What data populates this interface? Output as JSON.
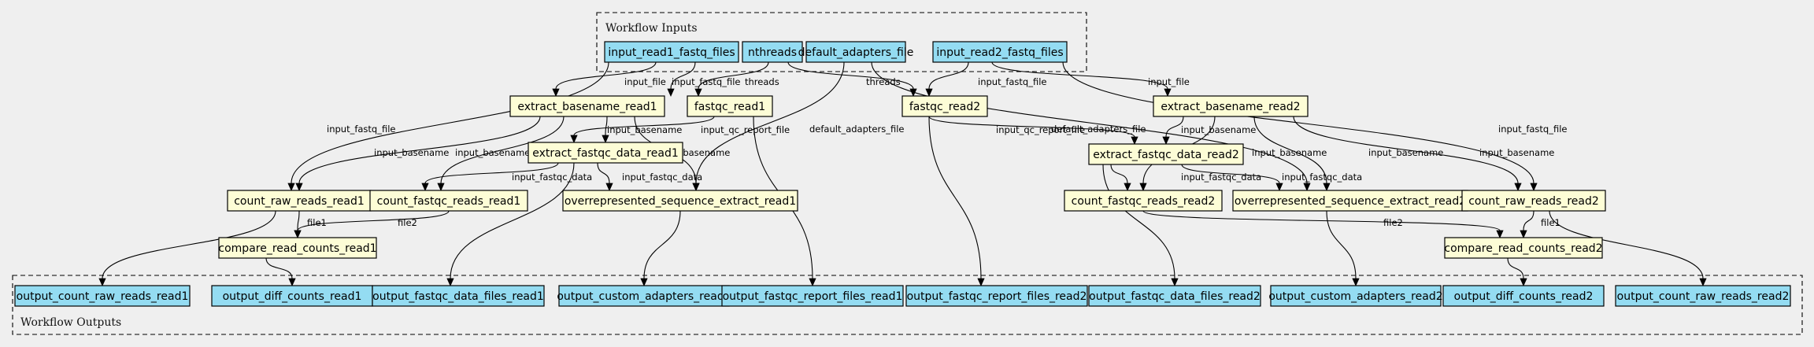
{
  "clusters": {
    "inputs": {
      "label": "Workflow Inputs"
    },
    "outputs": {
      "label": "Workflow Outputs"
    }
  },
  "nodes": {
    "input_read1_fastq_files": {
      "label": "input_read1_fastq_files",
      "kind": "input"
    },
    "nthreads": {
      "label": "nthreads",
      "kind": "input"
    },
    "default_adapters_file": {
      "label": "default_adapters_file",
      "kind": "input"
    },
    "input_read2_fastq_files": {
      "label": "input_read2_fastq_files",
      "kind": "input"
    },
    "extract_basename_read1": {
      "label": "extract_basename_read1",
      "kind": "step"
    },
    "fastqc_read1": {
      "label": "fastqc_read1",
      "kind": "step"
    },
    "fastqc_read2": {
      "label": "fastqc_read2",
      "kind": "step"
    },
    "extract_basename_read2": {
      "label": "extract_basename_read2",
      "kind": "step"
    },
    "extract_fastqc_data_read1": {
      "label": "extract_fastqc_data_read1",
      "kind": "step"
    },
    "extract_fastqc_data_read2": {
      "label": "extract_fastqc_data_read2",
      "kind": "step"
    },
    "count_raw_reads_read1": {
      "label": "count_raw_reads_read1",
      "kind": "step"
    },
    "count_fastqc_reads_read1": {
      "label": "count_fastqc_reads_read1",
      "kind": "step"
    },
    "overrepresented_sequence_extract_read1": {
      "label": "overrepresented_sequence_extract_read1",
      "kind": "step"
    },
    "count_fastqc_reads_read2": {
      "label": "count_fastqc_reads_read2",
      "kind": "step"
    },
    "overrepresented_sequence_extract_read2": {
      "label": "overrepresented_sequence_extract_read2",
      "kind": "step"
    },
    "count_raw_reads_read2": {
      "label": "count_raw_reads_read2",
      "kind": "step"
    },
    "compare_read_counts_read1": {
      "label": "compare_read_counts_read1",
      "kind": "step"
    },
    "compare_read_counts_read2": {
      "label": "compare_read_counts_read2",
      "kind": "step"
    },
    "output_count_raw_reads_read1": {
      "label": "output_count_raw_reads_read1",
      "kind": "output"
    },
    "output_diff_counts_read1": {
      "label": "output_diff_counts_read1",
      "kind": "output"
    },
    "output_fastqc_data_files_read1": {
      "label": "output_fastqc_data_files_read1",
      "kind": "output"
    },
    "output_custom_adapters_read1": {
      "label": "output_custom_adapters_read1",
      "kind": "output"
    },
    "output_fastqc_report_files_read1": {
      "label": "output_fastqc_report_files_read1",
      "kind": "output"
    },
    "output_fastqc_report_files_read2": {
      "label": "output_fastqc_report_files_read2",
      "kind": "output"
    },
    "output_fastqc_data_files_read2": {
      "label": "output_fastqc_data_files_read2",
      "kind": "output"
    },
    "output_custom_adapters_read2": {
      "label": "output_custom_adapters_read2",
      "kind": "output"
    },
    "output_diff_counts_read2": {
      "label": "output_diff_counts_read2",
      "kind": "output"
    },
    "output_count_raw_reads_read2": {
      "label": "output_count_raw_reads_read2",
      "kind": "output"
    }
  },
  "edges": [
    {
      "from": "input_read1_fastq_files",
      "to": "extract_basename_read1",
      "label": "input_file"
    },
    {
      "from": "input_read1_fastq_files",
      "to": "fastqc_read1",
      "label": "input_fastq_file"
    },
    {
      "from": "input_read1_fastq_files",
      "to": "count_raw_reads_read1",
      "label": "input_fastq_file"
    },
    {
      "from": "nthreads",
      "to": "fastqc_read1",
      "label": "threads"
    },
    {
      "from": "nthreads",
      "to": "fastqc_read2",
      "label": "threads"
    },
    {
      "from": "default_adapters_file",
      "to": "overrepresented_sequence_extract_read1",
      "label": "default_adapters_file"
    },
    {
      "from": "default_adapters_file",
      "to": "overrepresented_sequence_extract_read2",
      "label": "default_adapters_file"
    },
    {
      "from": "input_read2_fastq_files",
      "to": "fastqc_read2",
      "label": "input_fastq_file"
    },
    {
      "from": "input_read2_fastq_files",
      "to": "extract_basename_read2",
      "label": "input_file"
    },
    {
      "from": "input_read2_fastq_files",
      "to": "count_raw_reads_read2",
      "label": "input_fastq_file"
    },
    {
      "from": "extract_basename_read1",
      "to": "extract_fastqc_data_read1",
      "label": "input_basename"
    },
    {
      "from": "extract_basename_read1",
      "to": "count_raw_reads_read1",
      "label": "input_basename"
    },
    {
      "from": "extract_basename_read1",
      "to": "count_fastqc_reads_read1",
      "label": "input_basename"
    },
    {
      "from": "extract_basename_read1",
      "to": "overrepresented_sequence_extract_read1",
      "label": "input_basename"
    },
    {
      "from": "fastqc_read1",
      "to": "extract_fastqc_data_read1",
      "label": "input_qc_report_file"
    },
    {
      "from": "fastqc_read1",
      "to": "output_fastqc_report_files_read1",
      "label": ""
    },
    {
      "from": "fastqc_read2",
      "to": "extract_fastqc_data_read2",
      "label": "input_qc_report_file"
    },
    {
      "from": "fastqc_read2",
      "to": "output_fastqc_report_files_read2",
      "label": ""
    },
    {
      "from": "extract_basename_read2",
      "to": "extract_fastqc_data_read2",
      "label": "input_basename"
    },
    {
      "from": "extract_basename_read2",
      "to": "count_fastqc_reads_read2",
      "label": "input_basename"
    },
    {
      "from": "extract_basename_read2",
      "to": "overrepresented_sequence_extract_read2",
      "label": "input_basename"
    },
    {
      "from": "extract_basename_read2",
      "to": "count_raw_reads_read2",
      "label": "input_basename"
    },
    {
      "from": "extract_fastqc_data_read1",
      "to": "count_fastqc_reads_read1",
      "label": "input_fastqc_data"
    },
    {
      "from": "extract_fastqc_data_read1",
      "to": "overrepresented_sequence_extract_read1",
      "label": "input_fastqc_data"
    },
    {
      "from": "extract_fastqc_data_read1",
      "to": "output_fastqc_data_files_read1",
      "label": ""
    },
    {
      "from": "extract_fastqc_data_read2",
      "to": "count_fastqc_reads_read2",
      "label": "input_fastqc_data"
    },
    {
      "from": "extract_fastqc_data_read2",
      "to": "overrepresented_sequence_extract_read2",
      "label": "input_fastqc_data"
    },
    {
      "from": "extract_fastqc_data_read2",
      "to": "output_fastqc_data_files_read2",
      "label": ""
    },
    {
      "from": "count_raw_reads_read1",
      "to": "compare_read_counts_read1",
      "label": "file1"
    },
    {
      "from": "count_raw_reads_read1",
      "to": "output_count_raw_reads_read1",
      "label": ""
    },
    {
      "from": "count_fastqc_reads_read1",
      "to": "compare_read_counts_read1",
      "label": "file2"
    },
    {
      "from": "overrepresented_sequence_extract_read1",
      "to": "output_custom_adapters_read1",
      "label": ""
    },
    {
      "from": "compare_read_counts_read1",
      "to": "output_diff_counts_read1",
      "label": ""
    },
    {
      "from": "count_fastqc_reads_read2",
      "to": "compare_read_counts_read2",
      "label": "file2"
    },
    {
      "from": "overrepresented_sequence_extract_read2",
      "to": "output_custom_adapters_read2",
      "label": ""
    },
    {
      "from": "count_raw_reads_read2",
      "to": "compare_read_counts_read2",
      "label": "file1"
    },
    {
      "from": "count_raw_reads_read2",
      "to": "output_count_raw_reads_read2",
      "label": ""
    },
    {
      "from": "compare_read_counts_read2",
      "to": "output_diff_counts_read2",
      "label": ""
    }
  ]
}
